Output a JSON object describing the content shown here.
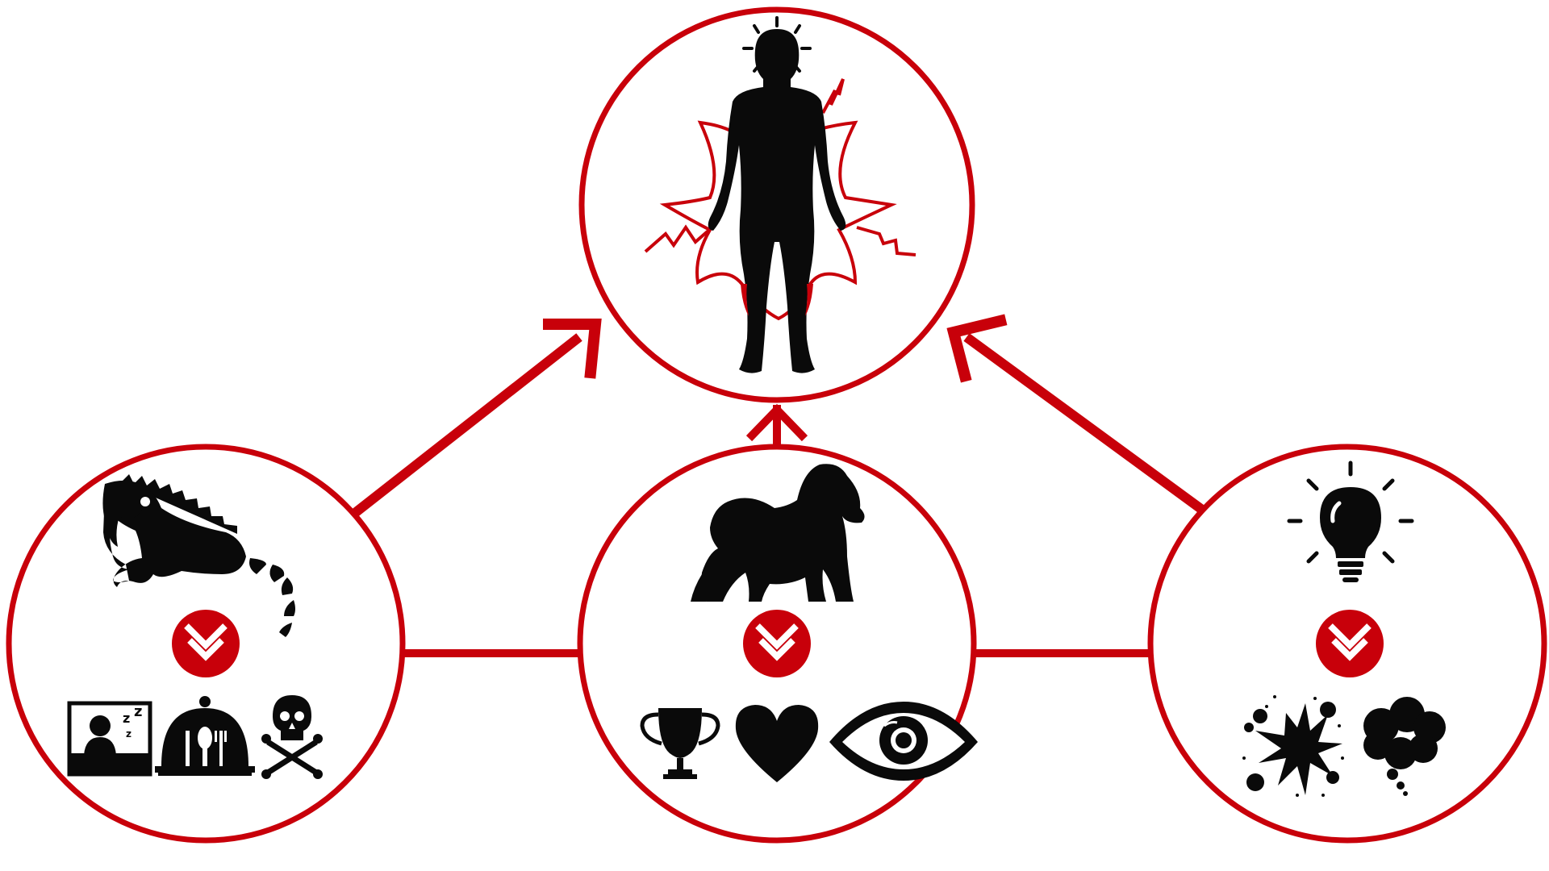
{
  "diagram": {
    "colors": {
      "accent": "#c8000a",
      "ink": "#0a0a0a",
      "background": "#ffffff"
    },
    "nodes": [
      {
        "id": "body",
        "icons": [
          "human-body-pain-icon"
        ]
      },
      {
        "id": "reptilian",
        "icons": [
          "iguana-icon",
          "down-chevron-badge-icon",
          "sleeping-person-icon",
          "food-cloche-icon",
          "skull-crossbones-icon"
        ]
      },
      {
        "id": "limbic",
        "icons": [
          "gorilla-icon",
          "down-chevron-badge-icon",
          "trophy-icon",
          "heart-icon",
          "eye-icon"
        ]
      },
      {
        "id": "neocortex",
        "icons": [
          "lightbulb-icon",
          "down-chevron-badge-icon",
          "explosion-icon",
          "thought-cloud-icon"
        ]
      }
    ],
    "connections": [
      {
        "from": "reptilian",
        "to": "body",
        "type": "arrow"
      },
      {
        "from": "limbic",
        "to": "body",
        "type": "arrow"
      },
      {
        "from": "neocortex",
        "to": "body",
        "type": "arrow"
      },
      {
        "from": "reptilian",
        "to": "limbic",
        "type": "line"
      },
      {
        "from": "limbic",
        "to": "neocortex",
        "type": "line"
      }
    ]
  }
}
